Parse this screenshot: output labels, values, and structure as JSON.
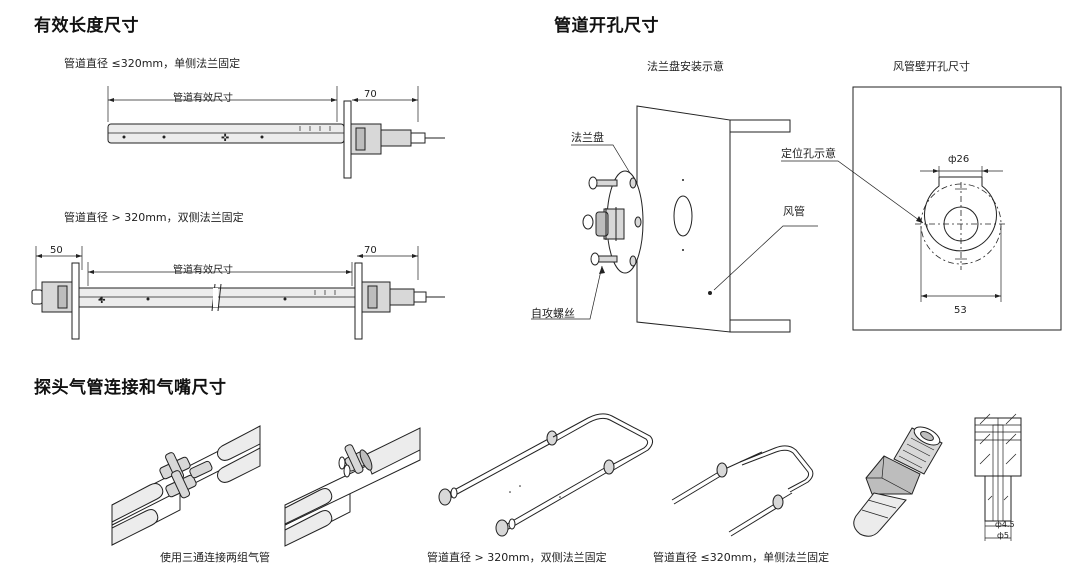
{
  "sections": {
    "effective_length": {
      "title": "有效长度尺寸"
    },
    "pipe_hole": {
      "title": "管道开孔尺寸"
    },
    "probe_tubing": {
      "title": "探头气管连接和气嘴尺寸"
    }
  },
  "effective_length": {
    "top": {
      "caption": "管道直径 ≤320mm，单侧法兰固定",
      "length_label": "管道有效尺寸",
      "dim_right": "70"
    },
    "bottom": {
      "caption": "管道直径 > 320mm，双侧法兰固定",
      "length_label": "管道有效尺寸",
      "dim_left": "50",
      "dim_right": "70"
    }
  },
  "pipe_hole": {
    "flange_caption": "法兰盘安装示意",
    "wall_caption": "风管壁开孔尺寸",
    "labels": {
      "flange": "法兰盘",
      "screw": "自攻螺丝",
      "duct": "风管",
      "locating_hole": "定位孔示意"
    },
    "dims": {
      "diameter": "ф26",
      "width": "53"
    }
  },
  "probe_tubing": {
    "captions": {
      "tee": "使用三通连接两组气管",
      "double": "管道直径 > 320mm，双侧法兰固定",
      "single": "管道直径 ≤320mm，单侧法兰固定"
    },
    "nozzle_dims": {
      "d1": "ф4.5",
      "d2": "ф5"
    }
  },
  "colors": {
    "line": "#222222",
    "tube_fill": "#ececec",
    "part_fill": "#d8d8d8"
  }
}
